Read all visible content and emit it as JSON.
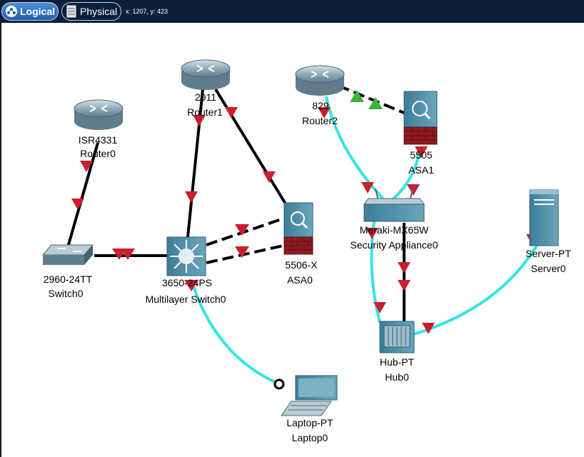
{
  "toolbar": {
    "logical_label": "Logical",
    "physical_label": "Physical",
    "coordinates": "x: 1207, y: 423"
  },
  "colors": {
    "copper_link": "#000000",
    "console_link": "#34e4e4",
    "link_down": "#c8202c",
    "link_up": "#3cb33c",
    "topbar": "#0d1f3c"
  },
  "devices": {
    "router0": {
      "model": "ISR4331",
      "name": "Router0",
      "icon": "router-icon"
    },
    "router1": {
      "model": "2911",
      "name": "Router1",
      "icon": "router-icon"
    },
    "router2": {
      "model": "829",
      "name": "Router2",
      "icon": "router-icon"
    },
    "asa1": {
      "model": "5505",
      "name": "ASA1",
      "icon": "firewall-icon"
    },
    "switch0": {
      "model": "2960-24TT",
      "name": "Switch0",
      "icon": "switch-icon"
    },
    "mlswitch0": {
      "model": "3650-24PS",
      "name": "Multilayer Switch0",
      "icon": "multilayer-switch-icon"
    },
    "asa0": {
      "model": "5506-X",
      "name": "ASA0",
      "icon": "firewall-icon"
    },
    "meraki": {
      "model": "Meraki-MX65W",
      "name": "Security Appliance0",
      "icon": "security-appliance-icon"
    },
    "server0": {
      "model": "Server-PT",
      "name": "Server0",
      "icon": "server-icon"
    },
    "hub0": {
      "model": "Hub-PT",
      "name": "Hub0",
      "icon": "hub-icon"
    },
    "laptop0": {
      "model": "Laptop-PT",
      "name": "Laptop0",
      "icon": "laptop-icon"
    }
  }
}
